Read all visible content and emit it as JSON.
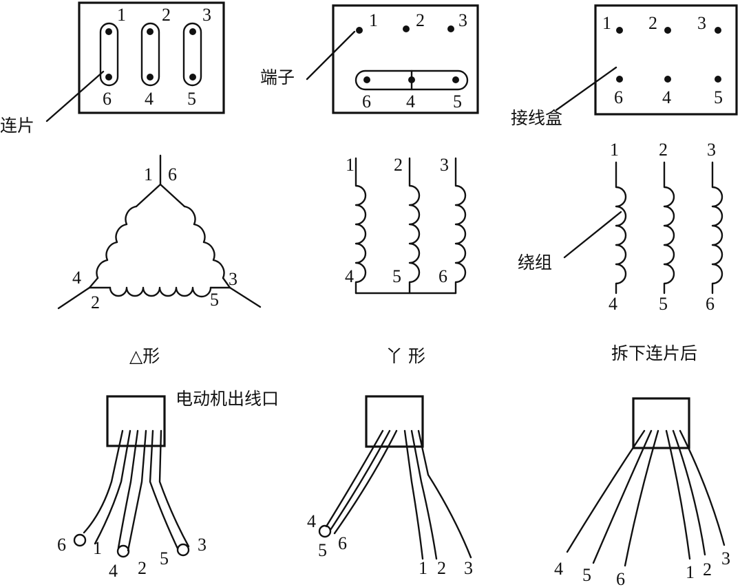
{
  "labels": {
    "link_piece": "连片",
    "terminal": "端子",
    "junction_box": "接线盒",
    "winding": "绕组",
    "motor_outlet": "电动机出线口"
  },
  "captions": {
    "delta": "△形",
    "star": "丫 形",
    "removed": "拆下连片后"
  },
  "terminals": {
    "top_row": [
      "1",
      "2",
      "3"
    ],
    "delta_bottom_row": [
      "6",
      "4",
      "5"
    ],
    "star_bottom_row": [
      "6",
      "4",
      "5"
    ],
    "removed_bottom_row": [
      "6",
      "4",
      "5"
    ]
  },
  "windings": {
    "delta": {
      "top": [
        "1",
        "6"
      ],
      "left": "4",
      "right": "3",
      "bottom": [
        "2",
        "5"
      ]
    },
    "star": {
      "top": [
        "1",
        "2",
        "3"
      ],
      "bottom": [
        "4",
        "5",
        "6"
      ]
    },
    "removed": {
      "top": [
        "1",
        "2",
        "3"
      ],
      "bottom": [
        "4",
        "5",
        "6"
      ]
    }
  },
  "leads": {
    "delta": [
      "6",
      "1",
      "4",
      "2",
      "5",
      "3"
    ],
    "star": [
      "4",
      "5",
      "6",
      "1",
      "2",
      "3"
    ],
    "removed": [
      "4",
      "5",
      "6",
      "1",
      "2",
      "3"
    ]
  }
}
